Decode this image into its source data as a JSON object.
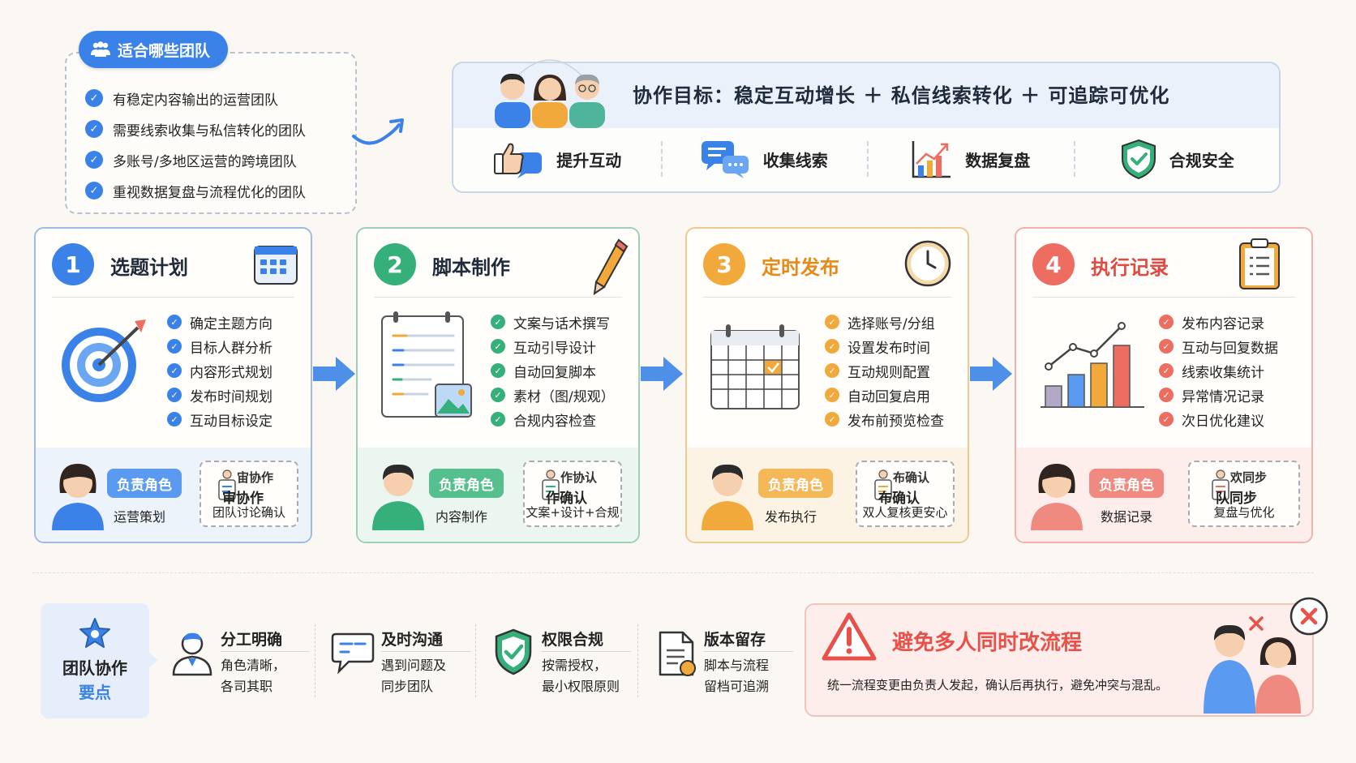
{
  "suitable_teams": {
    "title": "适合哪些团队",
    "items": [
      "有稳定内容输出的运营团队",
      "需要线索收集与私信转化的团队",
      "多账号/多地区运营的跨境团队",
      "重视数据复盘与流程优化的团队"
    ]
  },
  "goal": {
    "title": "协作目标：稳定互动增长 ＋ 私信线索转化 ＋ 可追踪可优化",
    "items": [
      "提升互动",
      "收集线索",
      "数据复盘",
      "合规安全"
    ]
  },
  "steps": [
    {
      "number": "1",
      "title": "选题计划",
      "items": [
        "确定主题方向",
        "目标人群分析",
        "内容形式规划",
        "发布时间规划",
        "互动目标设定"
      ],
      "role_label": "负责角色",
      "role": "运营策划",
      "collab_top": "宙协作",
      "collab_mid": "审协作",
      "collab_bottom": "团队讨论确认"
    },
    {
      "number": "2",
      "title": "脚本制作",
      "items": [
        "文案与话术撰写",
        "互动引导设计",
        "自动回复脚本",
        "素材（图/规观）",
        "合规内容检查"
      ],
      "role_label": "负责角色",
      "role": "内容制作",
      "collab_top": "作协认",
      "collab_mid": "作确认",
      "collab_bottom": "文案+设计+合规"
    },
    {
      "number": "3",
      "title": "定时发布",
      "items": [
        "选择账号/分组",
        "设置发布时间",
        "互动规则配置",
        "自动回复启用",
        "发布前预览检查"
      ],
      "role_label": "负责角色",
      "role": "发布执行",
      "collab_top": "布确认",
      "collab_mid": "布确认",
      "collab_bottom": "双人复核更安心"
    },
    {
      "number": "4",
      "title": "执行记录",
      "items": [
        "发布内容记录",
        "互动与回复数据",
        "线索收集统计",
        "异常情况记录",
        "次日优化建议"
      ],
      "role_label": "负责角色",
      "role": "数据记录",
      "collab_top": "欢同步",
      "collab_mid": "队同步",
      "collab_bottom": "复盘与优化"
    }
  ],
  "team_points": {
    "title_line1": "团队协作",
    "title_line2": "要点",
    "items": [
      {
        "title": "分工明确",
        "line1": "角色清晰，",
        "line2": "各司其职"
      },
      {
        "title": "及时沟通",
        "line1": "遇到问题及",
        "line2": "同步团队"
      },
      {
        "title": "权限合规",
        "line1": "按需授权，",
        "line2": "最小权限原则"
      },
      {
        "title": "版本留存",
        "line1": "脚本与流程",
        "line2": "留档可追溯"
      }
    ]
  },
  "warning": {
    "title": "避免多人同时改流程",
    "description": "统一流程变更由负责人发起，确认后再执行，避免冲突与混乱。"
  },
  "colors": {
    "blue": "#3b82e8",
    "green": "#35b07a",
    "orange": "#f2a93b",
    "red": "#ee6d61"
  }
}
